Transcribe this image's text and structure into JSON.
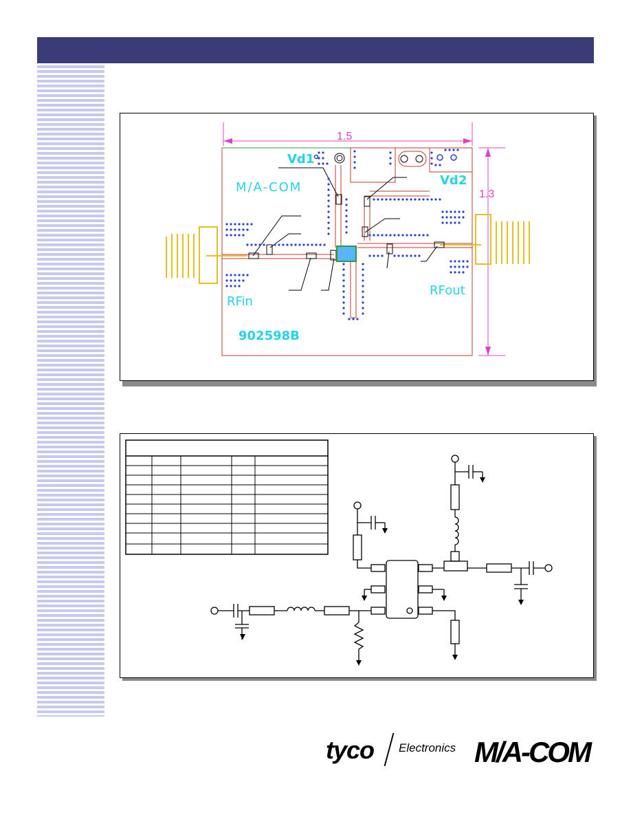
{
  "layout_board": {
    "label_vd1": "Vd1",
    "label_vd2": "Vd2",
    "label_macom": "M/A-COM",
    "label_rfin": "RFin",
    "label_rfout": "RFout",
    "label_part": "902598B",
    "dim_width": "1.5",
    "dim_height": "1.3"
  },
  "logos": {
    "tyco": "tyco",
    "electronics": "Electronics",
    "macom": "M/A-COM"
  },
  "colors": {
    "header": "#3b3b78",
    "stripe": "#c7c9ee",
    "cyan": "#22d4e8",
    "magenta": "#e040c8",
    "copper": "#c0392b",
    "via": "#2b3fd6",
    "connector": "#e6c020"
  }
}
